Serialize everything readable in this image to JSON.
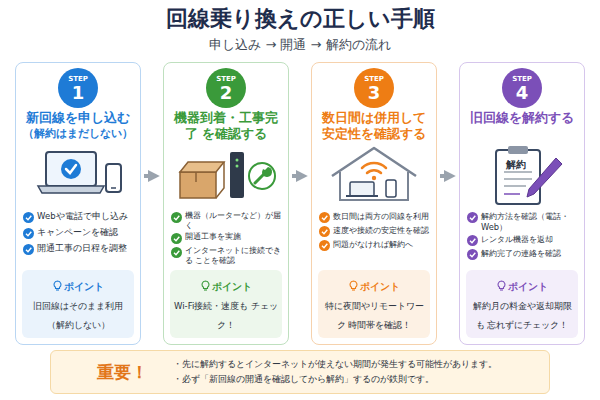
{
  "diagram": {
    "title": "回線乗り換えの正しい手順",
    "nodes": [
      {
        "text": [
          "新回線を申し込む",
          "（解約はまだしない）",
          "Webや電話で申し込み",
          "キャンペーンを確認",
          "開通工事の日程を調整"
        ]
      },
      {
        "text": [
          "STEP",
          "1"
        ],
        "in": 0
      },
      {
        "text": [
          "ポイント",
          "旧回線はそのまま利用 （解約しない）"
        ],
        "in": 0
      },
      {
        "text": [
          "機器到着・工事完了 を確認する",
          "機器（ルーターなど）が届く",
          "開通工事を実施",
          "インターネットに接続できる ことを確認"
        ]
      },
      {
        "text": [
          "STEP",
          "2"
        ],
        "in": 3
      },
      {
        "text": [
          "ポイント",
          "Wi-Fi接続・速度も チェック！"
        ],
        "in": 3
      },
      {
        "text": [
          "数日間は併用して 安定性を確認する",
          "数日間は両方の回線を利用",
          "速度や接続の安定性を確認",
          "問題がなければ解約へ"
        ]
      },
      {
        "text": [
          "STEP",
          "3"
        ],
        "in": 6
      },
      {
        "text": [
          "ポイント",
          "特に夜間やリモートワーク 時間帯を確認！"
        ],
        "in": 6
      },
      {
        "text": [
          "旧回線を解約する",
          "解約方法を確認（電話・Web）",
          "レンタル機器を返却",
          "解約完了の連絡を確認"
        ]
      },
      {
        "text": [
          "STEP",
          "4"
        ],
        "in": 9
      },
      {
        "text": [
          "ポイント",
          "解約月の料金や返却期限も 忘れずにチェック！"
        ],
        "in": 9
      },
      {
        "text": [
          "重要！",
          "・先に解約するとインターネットが使えない期間が発生する可能性があります。",
          "・必ず「新回線の開通を確認してから解約」するのが鉄則です。"
        ]
      }
    ],
    "edges": [
      {
        "from": 0,
        "to": 3,
        "arrow": "to"
      },
      {
        "from": 3,
        "to": 6,
        "arrow": "to"
      },
      {
        "from": 6,
        "to": 9,
        "arrow": "to"
      }
    ],
    "labels": [
      "申し込み → 開通 → 解約の流れ",
      "解約"
    ]
  }
}
